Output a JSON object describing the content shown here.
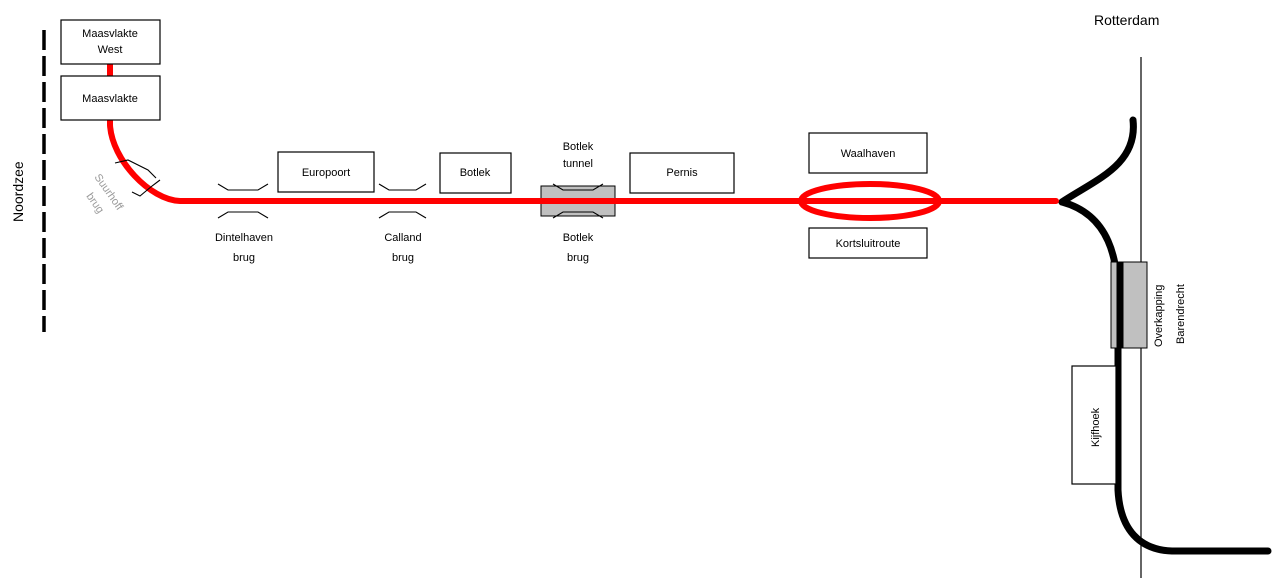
{
  "labels": {
    "rotterdam": "Rotterdam",
    "noordzee": "Noordzee",
    "maasvlakte_west_line1": "Maasvlakte",
    "maasvlakte_west_line2": "West",
    "maasvlakte": "Maasvlakte",
    "europoort": "Europoort",
    "botlek": "Botlek",
    "pernis": "Pernis",
    "waalhaven": "Waalhaven",
    "kortsluitroute": "Kortsluitroute",
    "suurhoff_line1": "Suurhoff",
    "suurhoff_line2": "brug",
    "dintelhaven_line1": "Dintelhaven",
    "dintelhaven_line2": "brug",
    "calland_line1": "Calland",
    "calland_line2": "brug",
    "botlek_tunnel_line1": "Botlek",
    "botlek_tunnel_line2": "tunnel",
    "botlek_brug_line1": "Botlek",
    "botlek_brug_line2": "brug",
    "overkapping_line1": "Overkapping",
    "overkapping_line2": "Barendrecht",
    "kijfhoek": "Kijfhoek"
  },
  "colors": {
    "betuweroute": "#ff0000",
    "existing_track": "#000000",
    "structure_fill": "#c0c0c0"
  }
}
